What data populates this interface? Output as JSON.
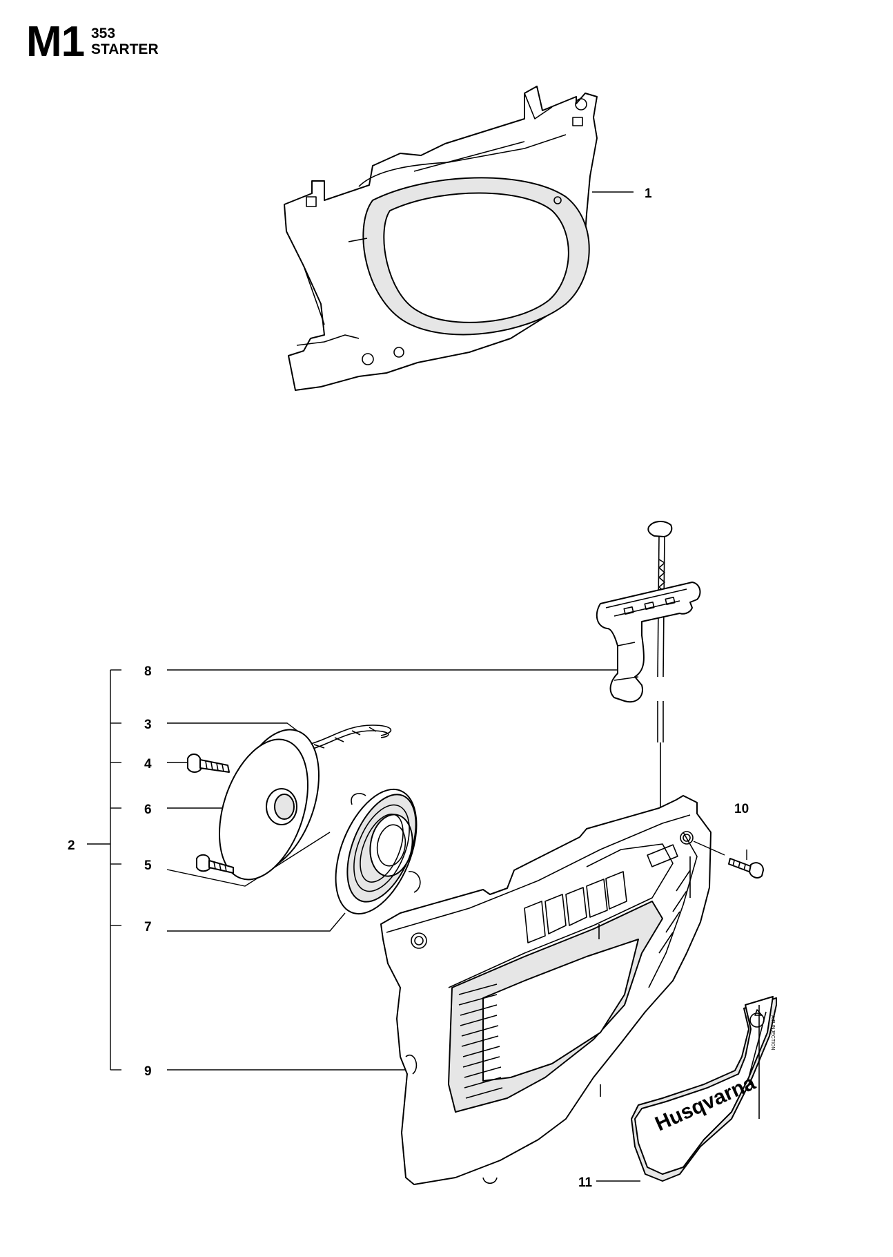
{
  "header": {
    "code": "M1",
    "model": "353",
    "name": "STARTER"
  },
  "callouts": {
    "c1": "1",
    "c2": "2",
    "c3": "3",
    "c4": "4",
    "c5": "5",
    "c6": "6",
    "c7": "7",
    "c8": "8",
    "c9": "9",
    "c10": "10",
    "c11": "11"
  },
  "decal": {
    "brand": "Husqvarna",
    "small_text": "AIR INJECTION"
  }
}
